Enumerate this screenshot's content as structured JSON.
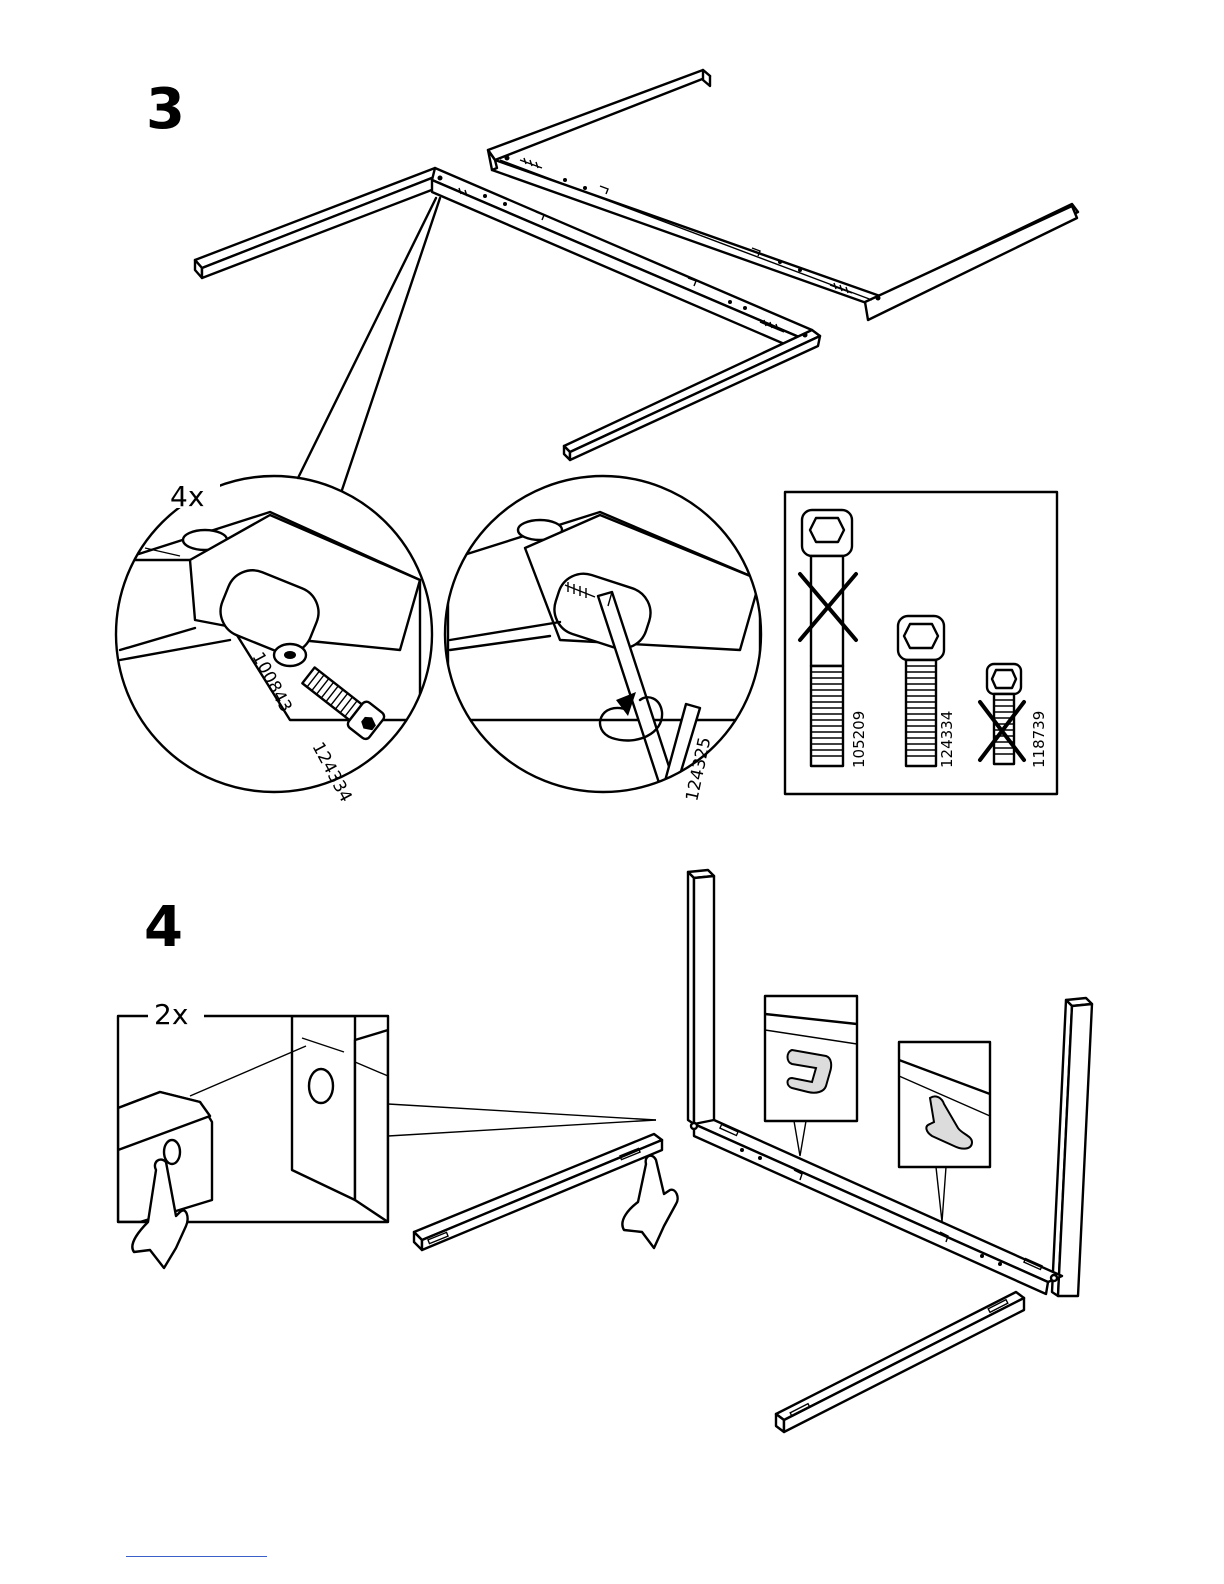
{
  "step3": {
    "number": "3",
    "quantity": "4x",
    "parts": {
      "washer": "100843",
      "bolt_in_detail": "124334",
      "allen_key": "124325"
    },
    "bolt_comparison": [
      {
        "code": "105209",
        "status": "wrong"
      },
      {
        "code": "124334",
        "status": "correct"
      },
      {
        "code": "118739",
        "status": "wrong"
      }
    ]
  },
  "step4": {
    "number": "4",
    "quantity": "2x"
  }
}
